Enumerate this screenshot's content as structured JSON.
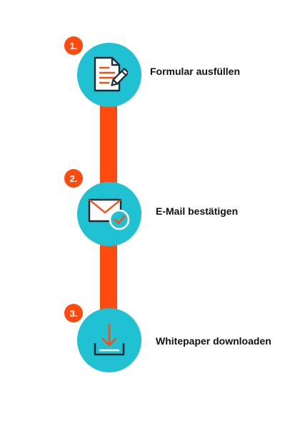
{
  "colors": {
    "accent": "#ff4a0f",
    "circle": "#1fc1d3",
    "icon_line": "#1f2a33",
    "text": "#111111"
  },
  "steps": [
    {
      "number": "1.",
      "label": "Formular ausfüllen",
      "icon": "form-pencil-icon"
    },
    {
      "number": "2.",
      "label": "E-Mail bestätigen",
      "icon": "envelope-check-icon"
    },
    {
      "number": "3.",
      "label": "Whitepaper downloaden",
      "icon": "download-tray-icon"
    }
  ]
}
